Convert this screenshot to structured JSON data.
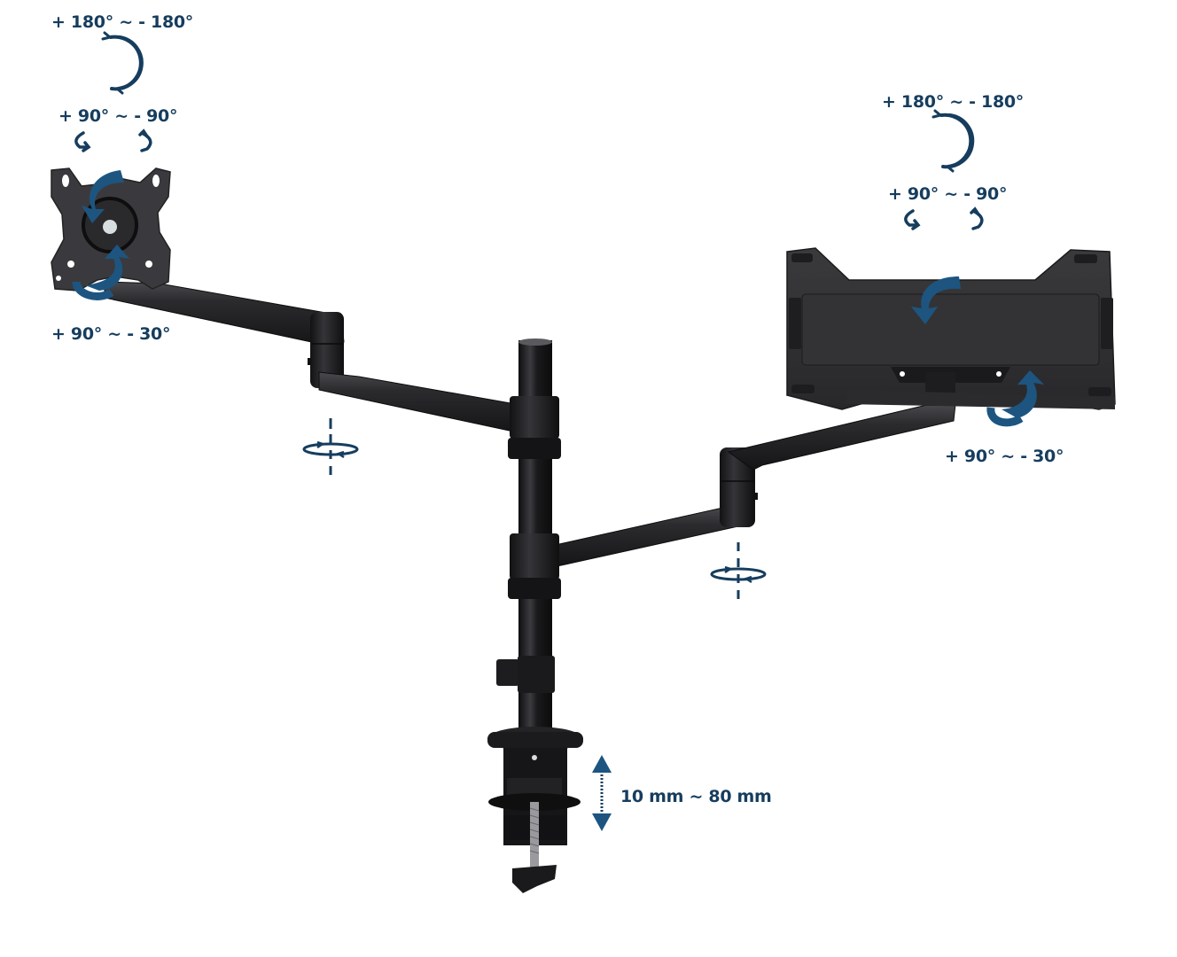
{
  "diagram": {
    "subject": "Dual monitor arm with VESA monitor plate and laptop tray, desk clamp mount",
    "colors": {
      "annotation": "#163d5e",
      "metal_dark": "#1c1c1e",
      "metal_mid": "#2e2e31",
      "metal_highlight": "#4a4a4e",
      "background": "#ffffff"
    },
    "left_mount": {
      "type": "VESA plate",
      "rotation_label": "+ 180° ~ - 180°",
      "swivel_label": "+ 90° ~ - 90°",
      "tilt_label": "+ 90° ~ - 30°",
      "icons": [
        "rotate-360-icon",
        "swivel-left-icon",
        "swivel-right-icon",
        "tilt-arrow-icon"
      ]
    },
    "right_mount": {
      "type": "Laptop tray",
      "rotation_label": "+ 180° ~ - 180°",
      "swivel_label": "+ 90° ~ - 90°",
      "tilt_label": "+ 90° ~ - 30°",
      "icons": [
        "rotate-360-icon",
        "swivel-left-icon",
        "swivel-right-icon",
        "tilt-arrow-icon"
      ]
    },
    "joint_rotation_icons": [
      {
        "name": "left-arm-joint-rotation-icon"
      },
      {
        "name": "right-arm-joint-rotation-icon"
      }
    ],
    "clamp": {
      "range_label": "10 mm ~ 80 mm",
      "icon": "vertical-range-arrow-icon"
    }
  }
}
